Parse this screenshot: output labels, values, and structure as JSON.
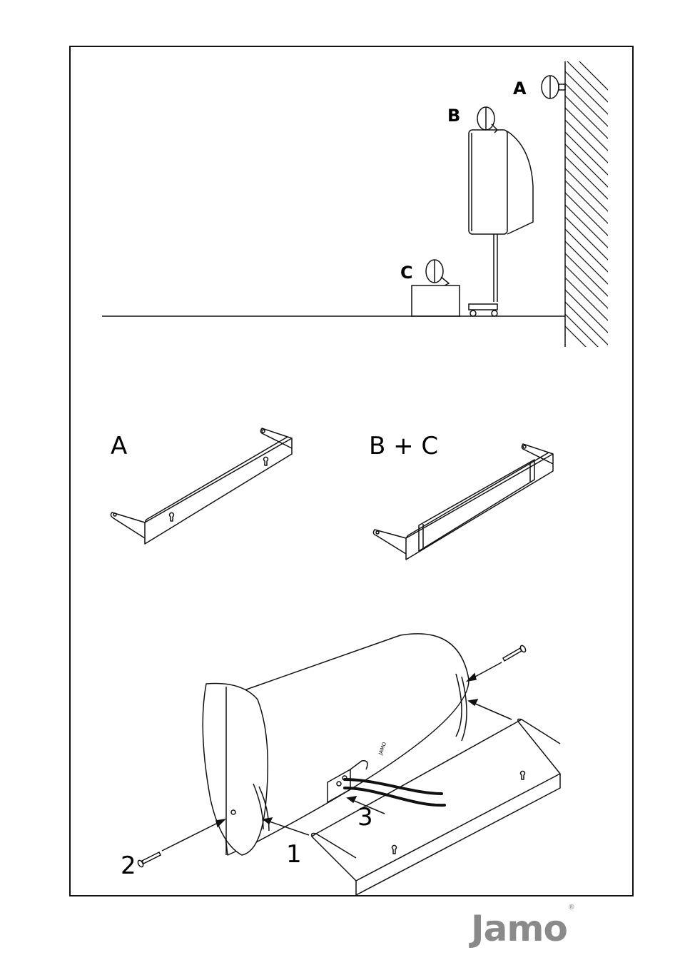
{
  "panel_placement": {
    "labels": [
      "A",
      "B",
      "C"
    ]
  },
  "panel_brackets": {
    "label_a": "A",
    "label_bc": "B + C"
  },
  "panel_assembly": {
    "step_labels": [
      "1",
      "2",
      "3"
    ]
  },
  "brand": {
    "logo_text": "Jamo",
    "registered_mark": "®",
    "color": "#8a8a8a"
  }
}
